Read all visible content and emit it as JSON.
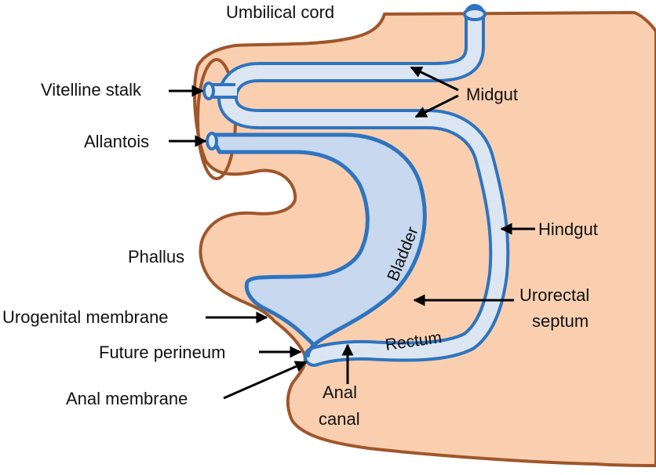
{
  "labels": {
    "umbilical_cord": "Umbilical cord",
    "vitelline_stalk": "Vitelline stalk",
    "allantois": "Allantois",
    "midgut": "Midgut",
    "hindgut": "Hindgut",
    "phallus": "Phallus",
    "bladder": "Bladder",
    "urorectal_septum_line1": "Urorectal",
    "urorectal_septum_line2": "septum",
    "urogenital_membrane": "Urogenital membrane",
    "future_perineum": "Future perineum",
    "rectum": "Rectum",
    "anal_membrane": "Anal membrane",
    "anal_canal_line1": "Anal",
    "anal_canal_line2": "canal"
  },
  "colors": {
    "tissue": "#f9cfb0",
    "outline": "#a0562a",
    "gut_fill": "#dce6f2",
    "gut_stroke": "#2e74c0",
    "bladder_fill": "#c7d8ef",
    "text": "#111111"
  }
}
